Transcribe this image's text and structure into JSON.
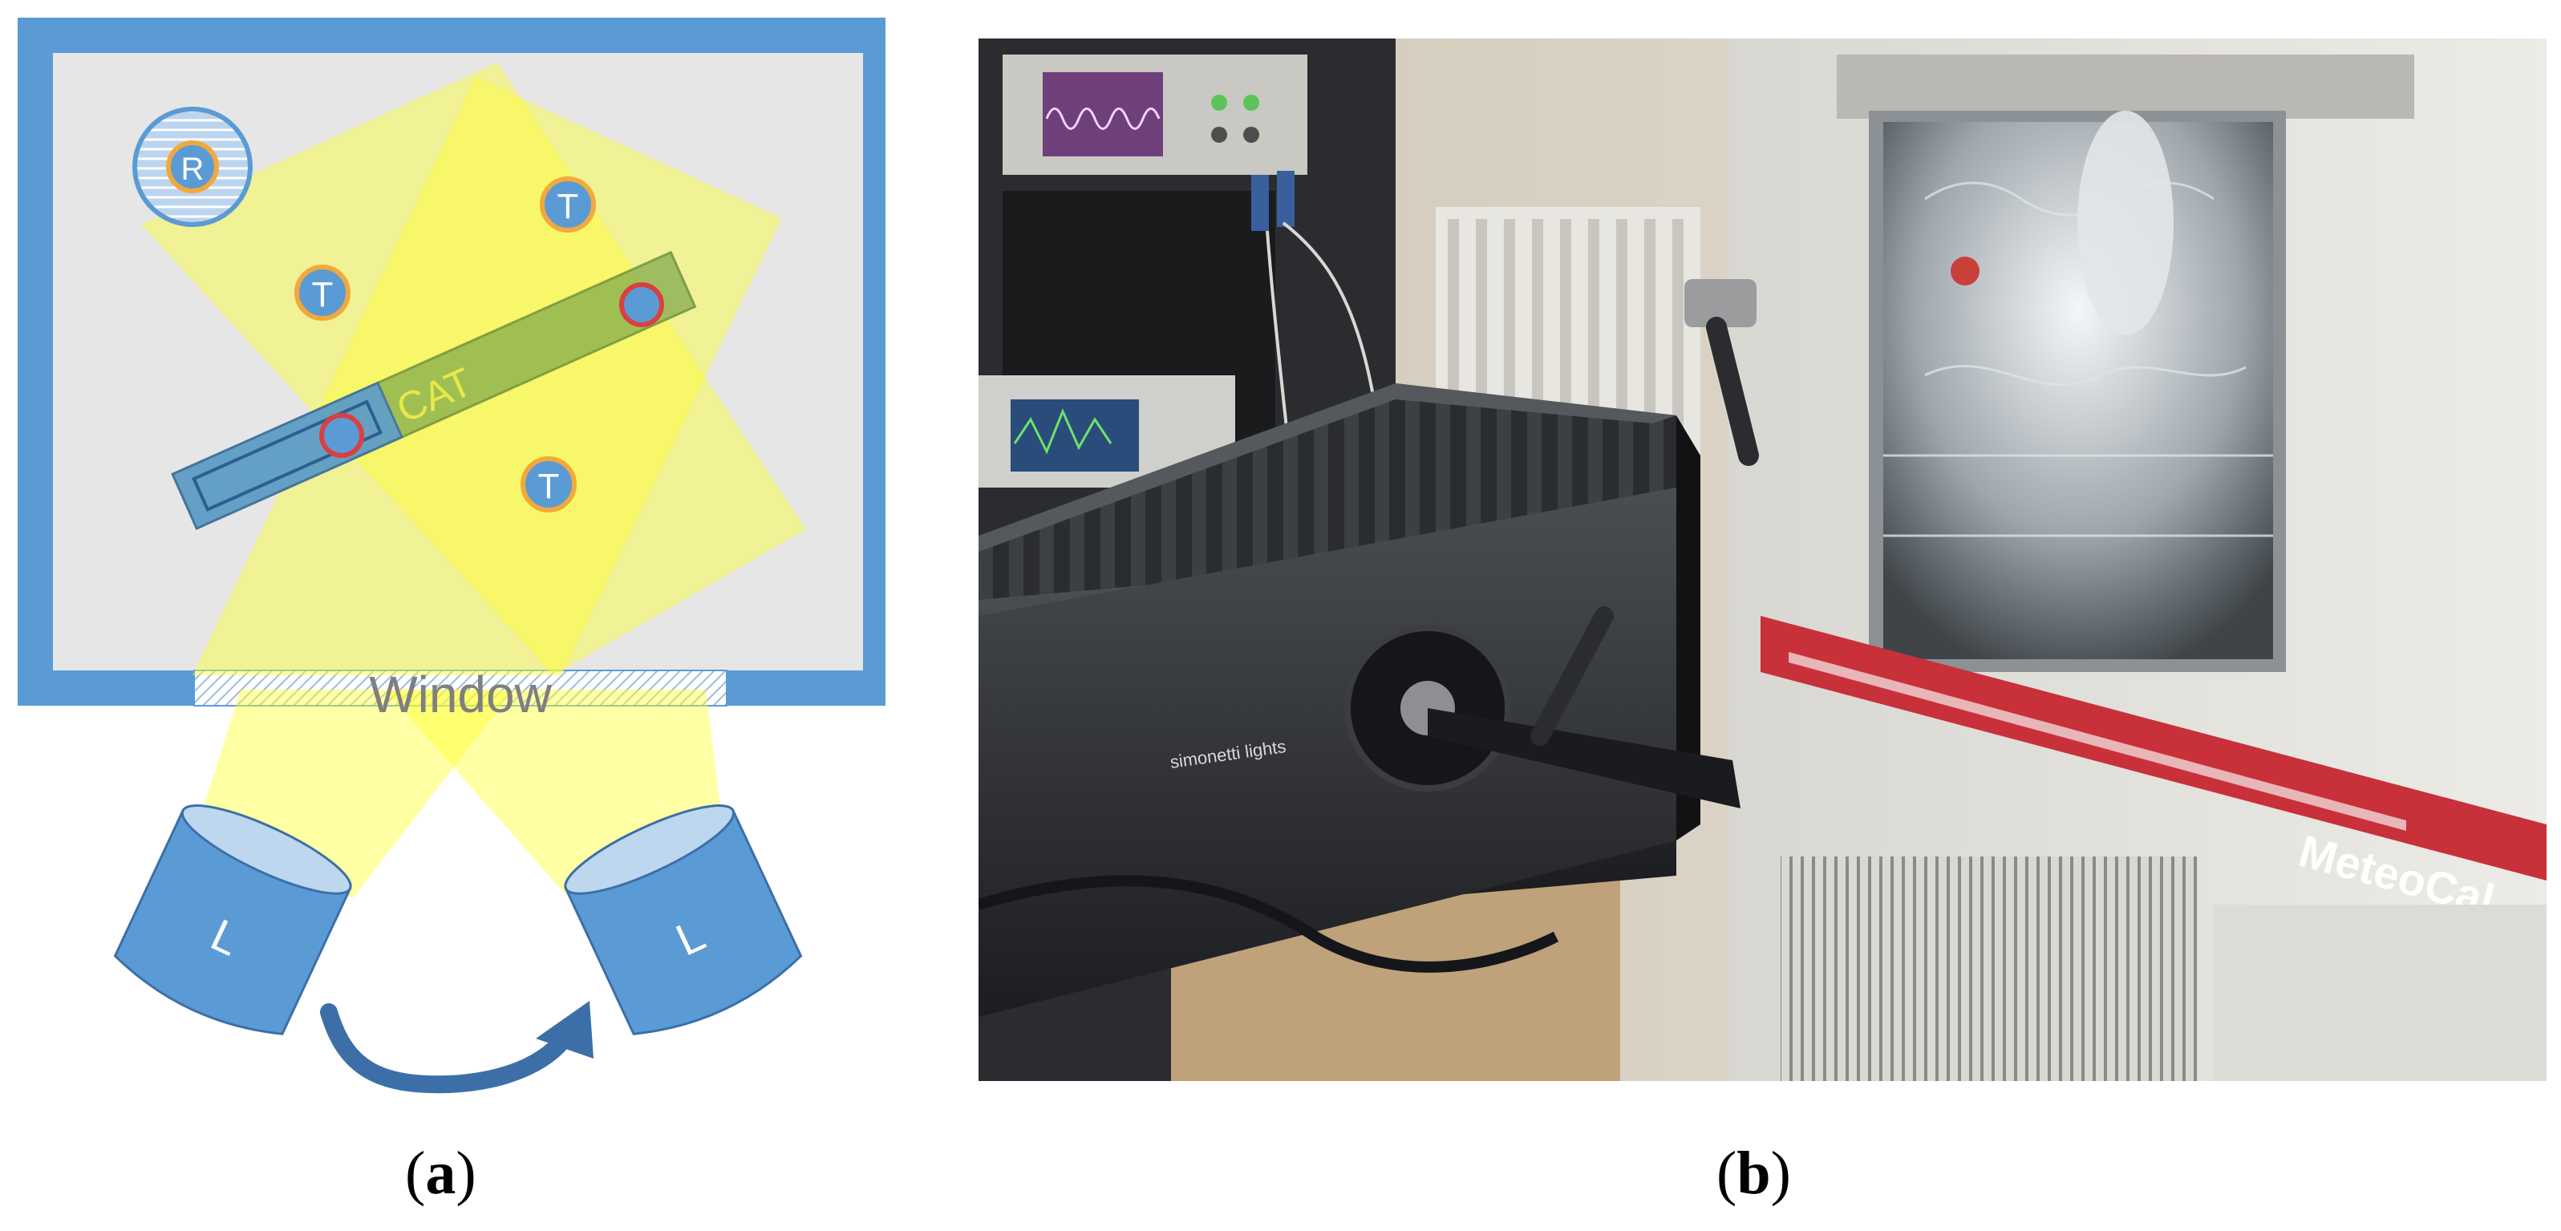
{
  "panel_a": {
    "labels": {
      "reference": "R",
      "target": "T",
      "specimen": "CAT",
      "window": "Window",
      "lamp": "L"
    },
    "colors": {
      "chamber_wall": "#5B9BD5",
      "chamber_floor": "#E6E6E6",
      "light_beam": "#FFFF33",
      "specimen_bar": "#7AA84A",
      "marker_ring": "#D94040",
      "target_ring": "#F2A93B"
    }
  },
  "panel_b": {
    "chamber_brand": "MeteoCal",
    "projector_brand": "simonetti lights"
  },
  "captions": {
    "a_open": "(",
    "a_letter": "a",
    "a_close": ")",
    "b_open": "(",
    "b_letter": "b",
    "b_close": ")"
  }
}
